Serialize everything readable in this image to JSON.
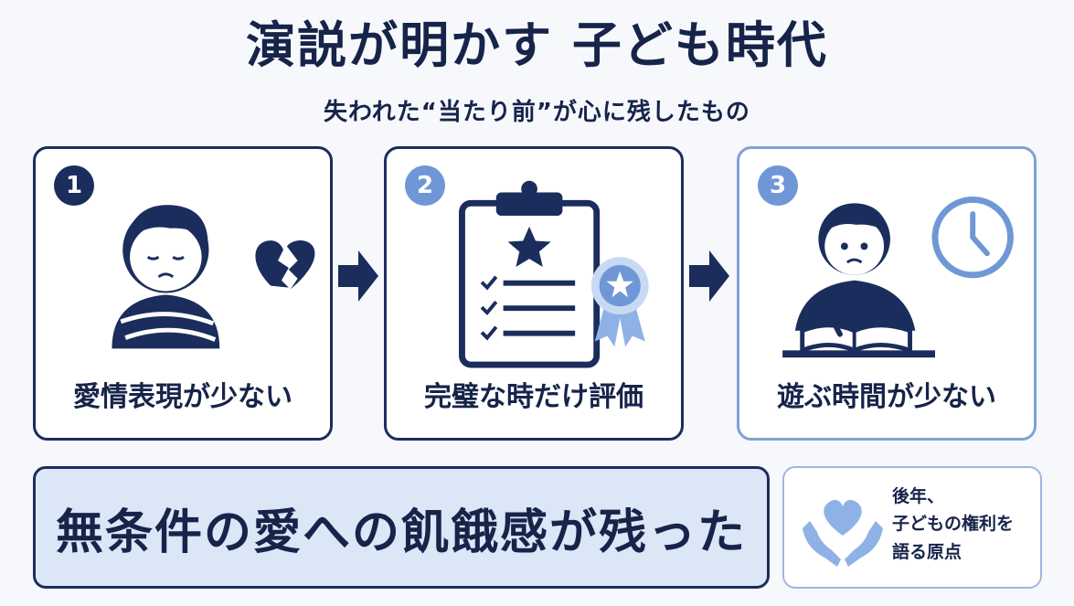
{
  "title": "演説が明かす 子ども時代",
  "subtitle": "失われた“当たり前”が心に残したもの",
  "steps": [
    {
      "number": "1",
      "label": "愛情表現が少ない",
      "icon": "sad-child-with-broken-heart-icon"
    },
    {
      "number": "2",
      "label": "完璧な時だけ評価",
      "icon": "clipboard-checklist-with-award-icon"
    },
    {
      "number": "3",
      "label": "遊ぶ時間が少ない",
      "icon": "child-studying-with-clock-icon"
    }
  ],
  "conclusion": "無条件の愛への飢餓感が残った",
  "aftermath": {
    "lines": [
      "後年、",
      "子どもの権利を",
      "語る原点"
    ],
    "icon": "hands-holding-heart-icon"
  },
  "colors": {
    "navy": "#1b2d5c",
    "accent_blue": "#6f97d6",
    "light_blue": "#dbe6f6",
    "background": "#f6f8fb"
  }
}
